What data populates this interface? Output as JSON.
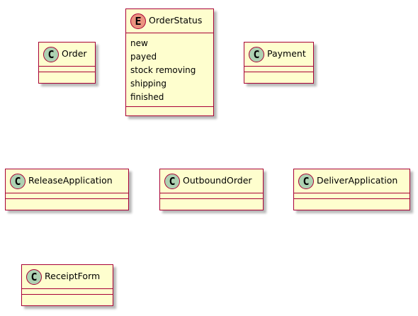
{
  "colors": {
    "box_fill": "#FEFECE",
    "border": "#A80036",
    "class_badge": "#ADD1B2",
    "enum_badge": "#EB937F"
  },
  "classes": {
    "order": {
      "stereotype": "C",
      "name": "Order"
    },
    "order_status": {
      "stereotype": "E",
      "name": "OrderStatus",
      "values": [
        "new",
        "payed",
        "stock removing",
        "shipping",
        "finished"
      ]
    },
    "payment": {
      "stereotype": "C",
      "name": "Payment"
    },
    "release_application": {
      "stereotype": "C",
      "name": "ReleaseApplication"
    },
    "outbound_order": {
      "stereotype": "C",
      "name": "OutboundOrder"
    },
    "deliver_application": {
      "stereotype": "C",
      "name": "DeliverApplication"
    },
    "receipt_form": {
      "stereotype": "C",
      "name": "ReceiptForm"
    }
  }
}
